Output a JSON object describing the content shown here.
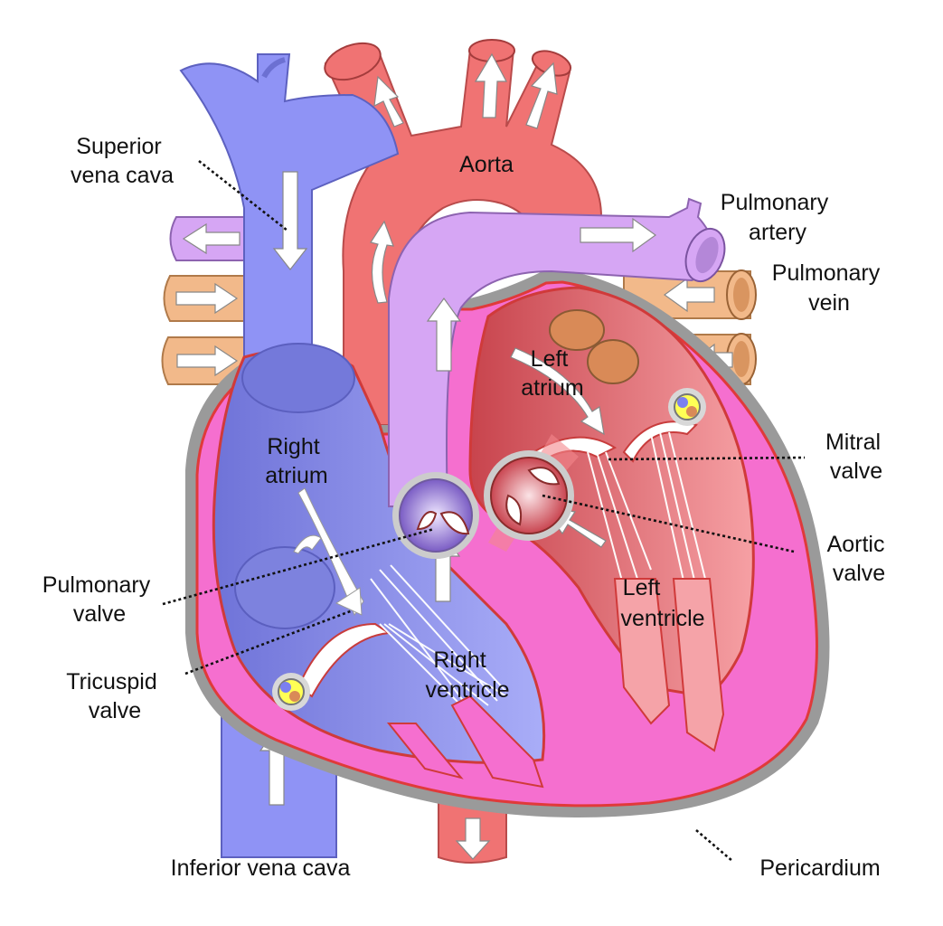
{
  "labels": {
    "superior_vena_cava": [
      "Superior",
      "vena  cava"
    ],
    "aorta": "Aorta",
    "pulmonary_artery": [
      "Pulmonary",
      "artery"
    ],
    "pulmonary_vein": [
      "Pulmonary",
      "vein"
    ],
    "left_atrium": [
      "Left",
      "atrium"
    ],
    "right_atrium": [
      "Right",
      "atrium"
    ],
    "mitral_valve": [
      "Mitral",
      "valve"
    ],
    "aortic_valve": [
      "Aortic",
      "valve"
    ],
    "pulmonary_valve": [
      "Pulmonary",
      "valve"
    ],
    "left_ventricle": [
      "Left",
      "ventricle"
    ],
    "tricuspid_valve": [
      "Tricuspid",
      "valve"
    ],
    "right_ventricle": [
      "Right",
      "ventricle"
    ],
    "inferior_vena_cava": "Inferior vena cava",
    "pericardium": "Pericardium"
  },
  "colors": {
    "vena_cava_blue": "#8f93f5",
    "right_heart_blue": "#a8acf8",
    "aorta_red": "#f07373",
    "pulmonary_artery_purple": "#d6a6f4",
    "pulmonary_vein_orange": "#f2b98a",
    "left_heart_pink": "#f5a3a8",
    "myocardium_magenta": "#f56fcf",
    "pericardium_gray": "#9a9a9a",
    "arrow_white": "#ffffff"
  }
}
